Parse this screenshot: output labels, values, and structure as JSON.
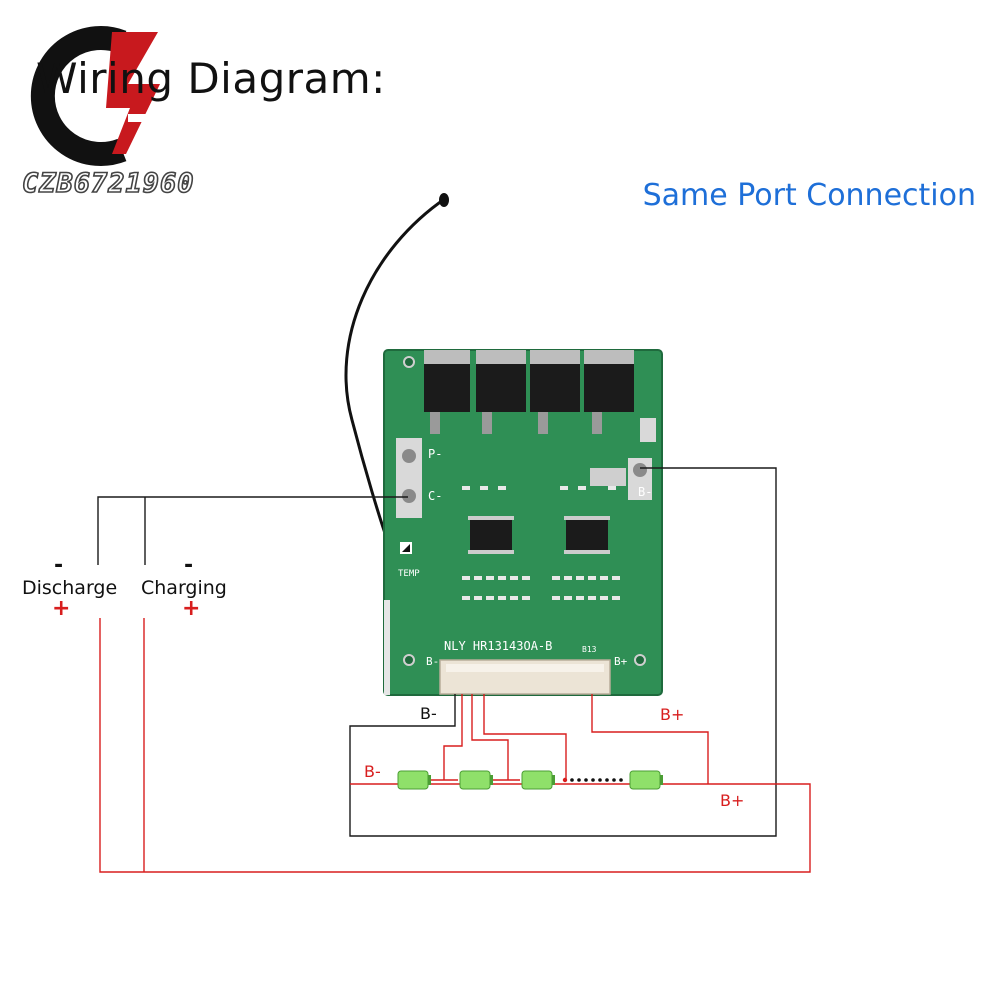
{
  "title": "Wiring Diagram:",
  "subtitle": "Same Port Connection",
  "watermark": "CZB6721960",
  "load_labels": {
    "discharge": "Discharge",
    "charging": "Charging",
    "minus": "-",
    "plus": "+"
  },
  "pcb": {
    "model": "NLY HR13143OA-B",
    "port_p": "P-",
    "port_c": "C-",
    "port_b": "B-",
    "temp": "TEMP",
    "conn_b_minus": "B-",
    "conn_b_plus": "B+",
    "conn_b13": "B13"
  },
  "wire_labels": {
    "b_minus_black": "B-",
    "b_minus_red": "B-",
    "b_plus_top": "B+",
    "b_plus_bottom": "B+"
  },
  "colors": {
    "subtitle_blue": "#1e6fd8",
    "wire_red": "#d81e1e",
    "wire_black": "#1a1a1a",
    "pcb_green": "#2f8f55",
    "logo_red": "#c8191e"
  },
  "battery_cells": 4
}
